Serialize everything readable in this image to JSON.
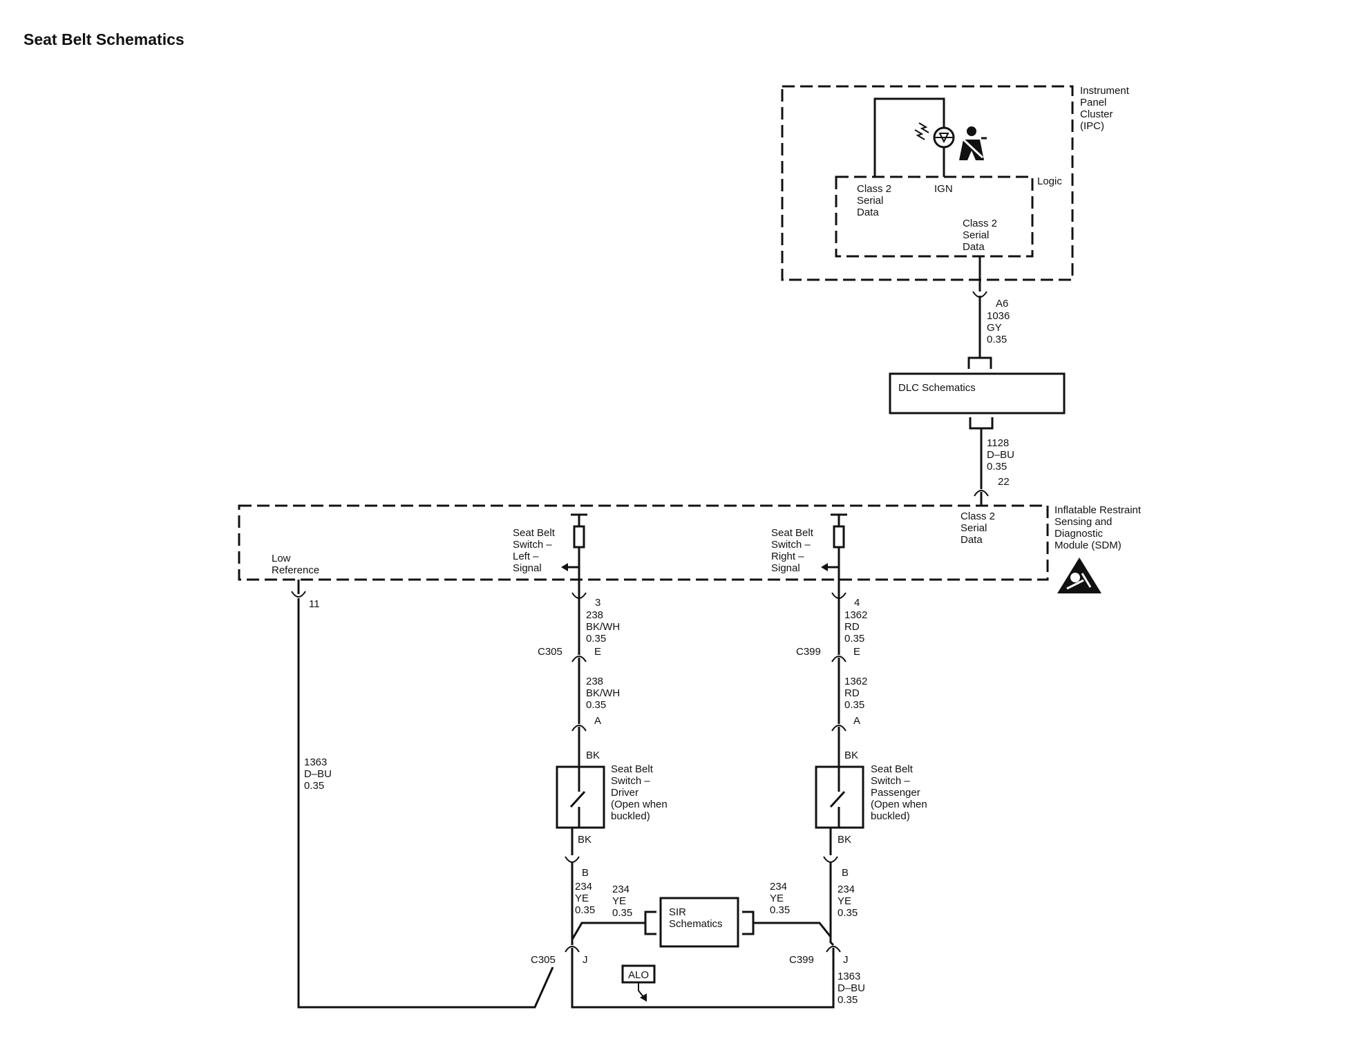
{
  "title": "Seat Belt Schematics",
  "ipc": {
    "name_lines": [
      "Instrument",
      "Panel",
      "Cluster",
      "(IPC)"
    ],
    "logic": "Logic",
    "serial_left": [
      "Class 2",
      "Serial",
      "Data"
    ],
    "ign": "IGN",
    "serial_right": [
      "Class 2",
      "Serial",
      "Data"
    ]
  },
  "ipc_wire": {
    "pin": "A6",
    "circuit": "1036",
    "color": "GY",
    "gauge": "0.35"
  },
  "dlc": {
    "label": "DLC Schematics"
  },
  "dlc_wire": {
    "circuit": "1128",
    "color": "D–BU",
    "gauge": "0.35",
    "pin": "22"
  },
  "sdm": {
    "name_lines": [
      "Inflatable Restraint",
      "Sensing and",
      "Diagnostic",
      "Module (SDM)"
    ],
    "serial": [
      "Class 2",
      "Serial",
      "Data"
    ],
    "low_ref": [
      "Low",
      "Reference"
    ],
    "left_signal": [
      "Seat Belt",
      "Switch –",
      "Left –",
      "Signal"
    ],
    "right_signal": [
      "Seat Belt",
      "Switch –",
      "Right –",
      "Signal"
    ]
  },
  "left": {
    "sdm_pin": "3",
    "wire1": [
      "238",
      "BK/WH",
      "0.35"
    ],
    "conn": "C305",
    "conn_pin": "E",
    "wire2": [
      "238",
      "BK/WH",
      "0.35"
    ],
    "sw_pin": "A",
    "sw_top": "BK",
    "switch": [
      "Seat Belt",
      "Switch –",
      "Driver",
      "(Open when",
      "buckled)"
    ],
    "sw_bottom": "BK",
    "pin_b": "B",
    "wire3": [
      "234",
      "YE",
      "0.35"
    ],
    "wire_sir": [
      "234",
      "YE",
      "0.35"
    ],
    "bottom_conn": "C305",
    "bottom_pin": "J"
  },
  "right": {
    "sdm_pin": "4",
    "wire1": [
      "1362",
      "RD",
      "0.35"
    ],
    "conn": "C399",
    "conn_pin": "E",
    "wire2": [
      "1362",
      "RD",
      "0.35"
    ],
    "sw_pin": "A",
    "sw_top": "BK",
    "switch": [
      "Seat Belt",
      "Switch –",
      "Passenger",
      "(Open when",
      "buckled)"
    ],
    "sw_bottom": "BK",
    "pin_b": "B",
    "wire3": [
      "234",
      "YE",
      "0.35"
    ],
    "wire_sir": [
      "234",
      "YE",
      "0.35"
    ],
    "bottom_conn": "C399",
    "bottom_pin": "J",
    "wire4": [
      "1363",
      "D–BU",
      "0.35"
    ]
  },
  "low_ref_pin": "11",
  "low_ref_wire": [
    "1363",
    "D–BU",
    "0.35"
  ],
  "sir": {
    "lines": [
      "SIR",
      "Schematics"
    ]
  },
  "alo": "ALO"
}
